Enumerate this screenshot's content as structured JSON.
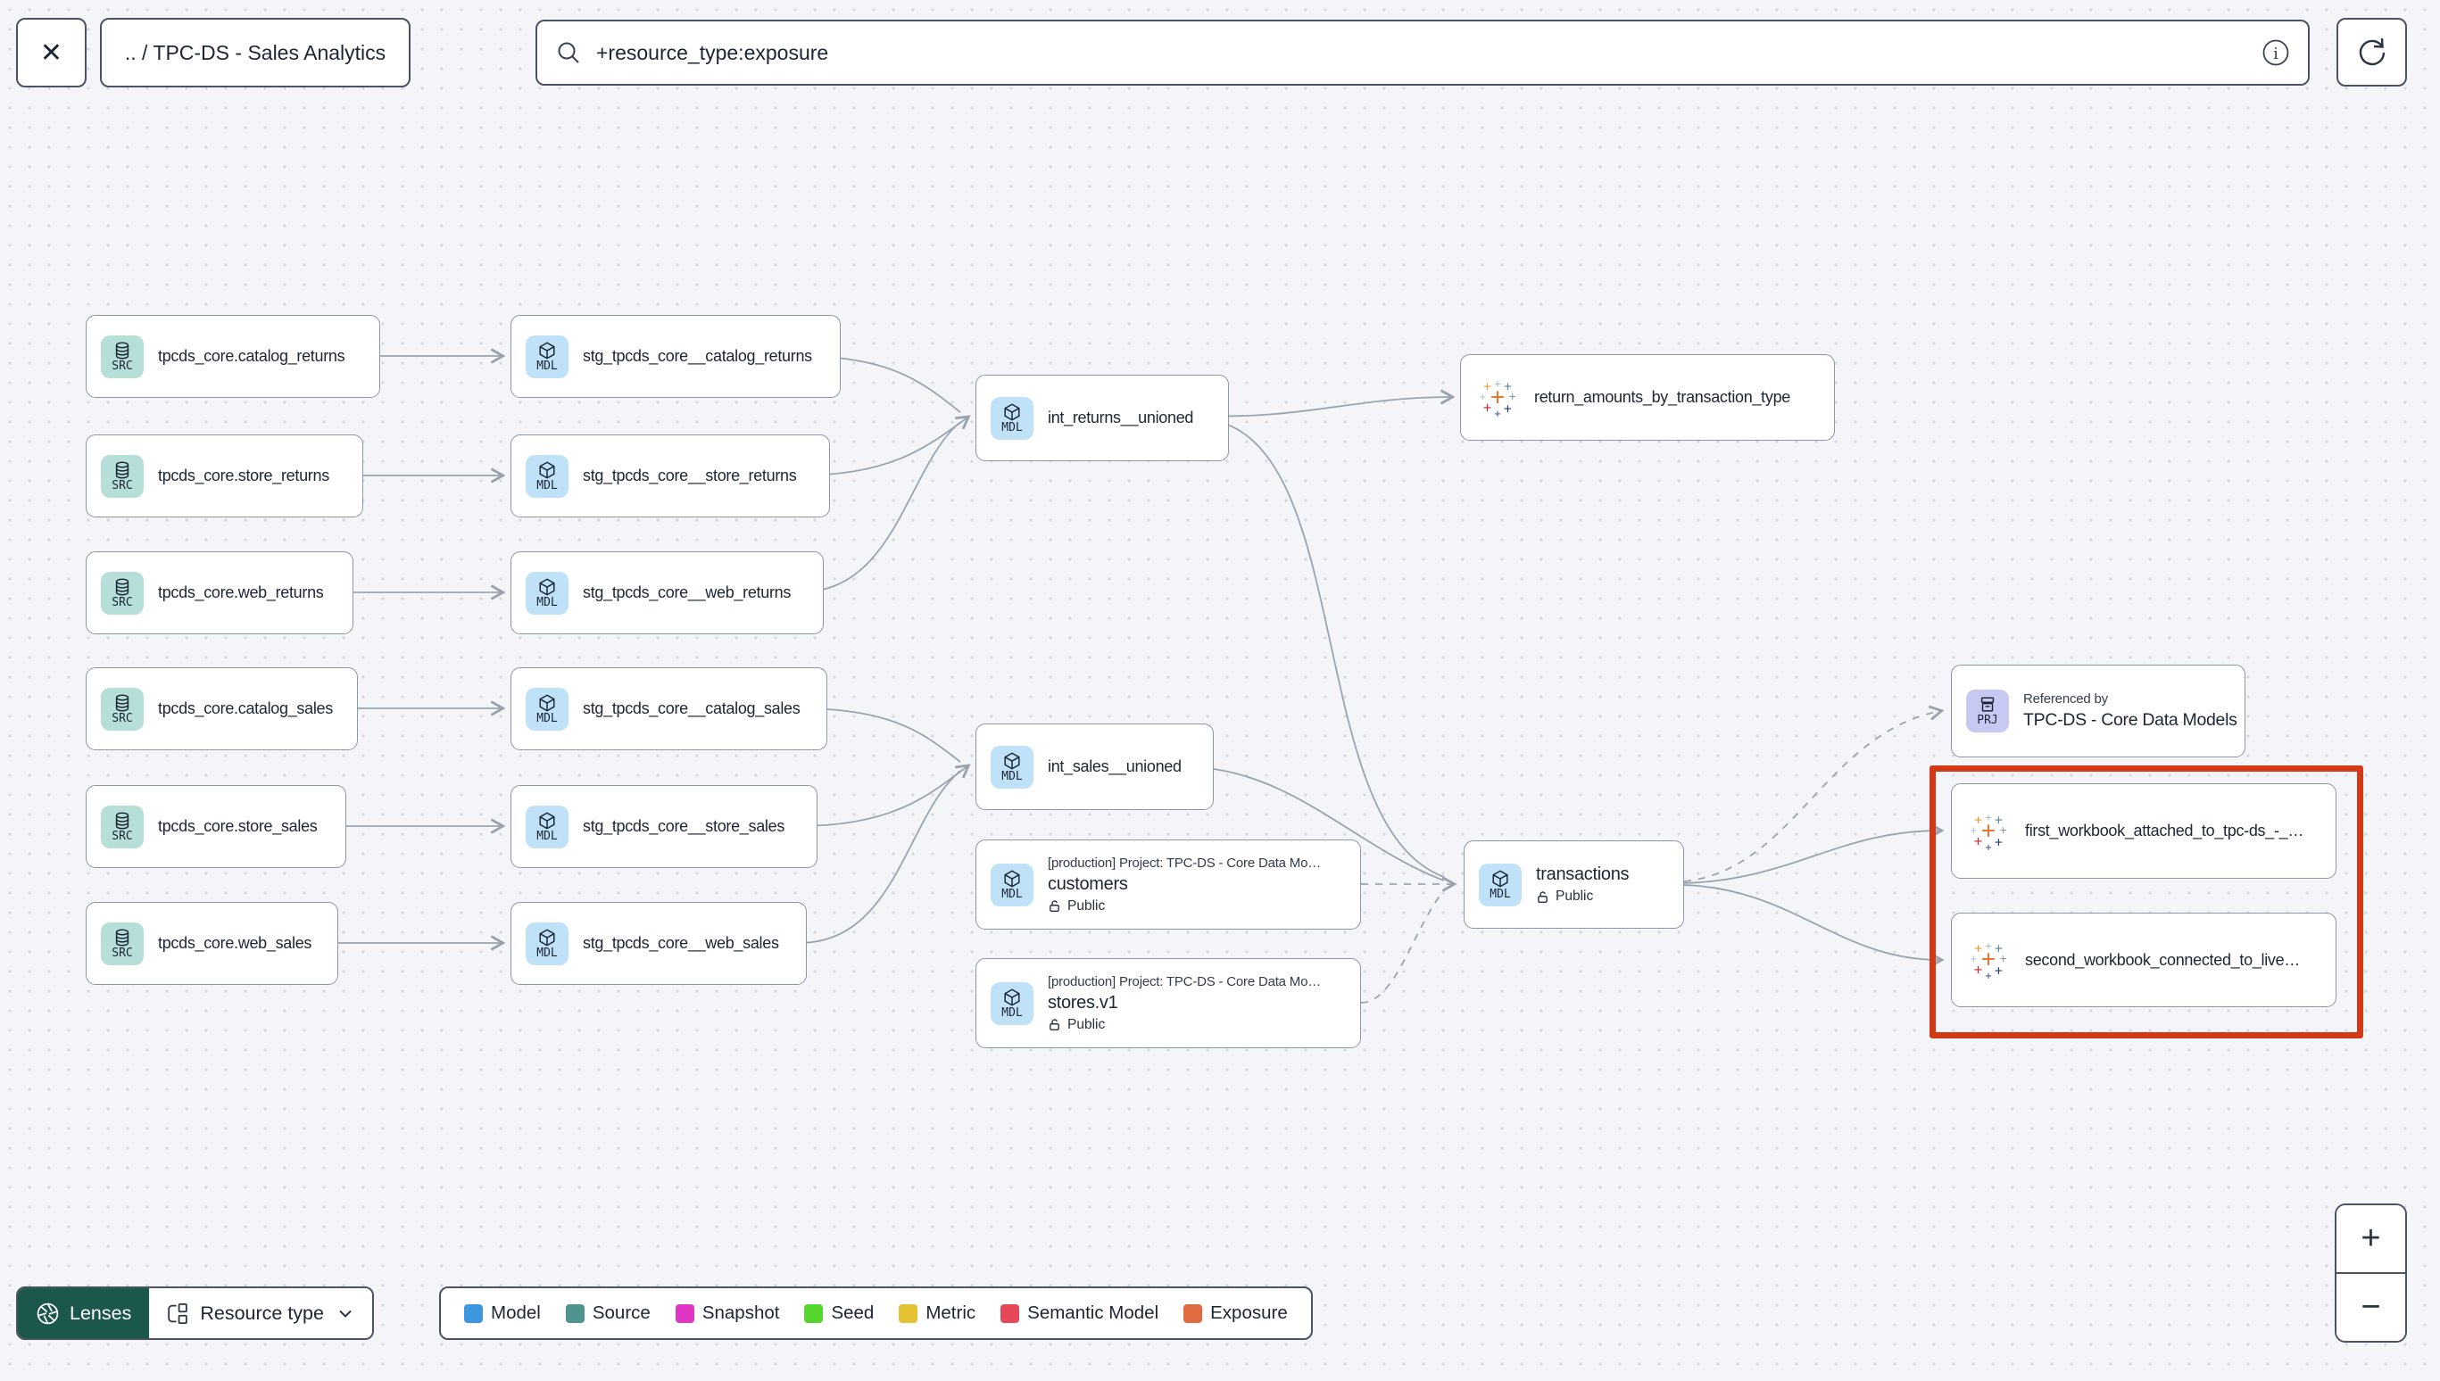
{
  "topbar": {
    "close_icon": "✕",
    "breadcrumb": ".. / TPC-DS - Sales Analytics",
    "search_value": "+resource_type:exposure"
  },
  "canvas": {
    "sources": [
      {
        "tag": "SRC",
        "label": "tpcds_core.catalog_returns"
      },
      {
        "tag": "SRC",
        "label": "tpcds_core.store_returns"
      },
      {
        "tag": "SRC",
        "label": "tpcds_core.web_returns"
      },
      {
        "tag": "SRC",
        "label": "tpcds_core.catalog_sales"
      },
      {
        "tag": "SRC",
        "label": "tpcds_core.store_sales"
      },
      {
        "tag": "SRC",
        "label": "tpcds_core.web_sales"
      }
    ],
    "staging": [
      {
        "tag": "MDL",
        "label": "stg_tpcds_core__catalog_returns"
      },
      {
        "tag": "MDL",
        "label": "stg_tpcds_core__store_returns"
      },
      {
        "tag": "MDL",
        "label": "stg_tpcds_core__web_returns"
      },
      {
        "tag": "MDL",
        "label": "stg_tpcds_core__catalog_sales"
      },
      {
        "tag": "MDL",
        "label": "stg_tpcds_core__store_sales"
      },
      {
        "tag": "MDL",
        "label": "stg_tpcds_core__web_sales"
      }
    ],
    "int_returns": {
      "tag": "MDL",
      "label": "int_returns__unioned"
    },
    "int_sales": {
      "tag": "MDL",
      "label": "int_sales__unioned"
    },
    "customers": {
      "tag": "MDL",
      "project": "[production] Project: TPC-DS - Core Data Mo…",
      "label": "customers",
      "access": "Public"
    },
    "stores": {
      "tag": "MDL",
      "project": "[production] Project: TPC-DS - Core Data Mo…",
      "label": "stores.v1",
      "access": "Public"
    },
    "transactions": {
      "tag": "MDL",
      "label": "transactions",
      "access": "Public"
    },
    "exposure_returns": {
      "label": "return_amounts_by_transaction_type"
    },
    "project_ref": {
      "tag": "PRJ",
      "title": "Referenced by",
      "label": "TPC-DS - Core Data Models"
    },
    "workbook_first": {
      "label": "first_workbook_attached_to_tpc-ds_-_…"
    },
    "workbook_second": {
      "label": "second_workbook_connected_to_live…"
    },
    "highlight_color": "#d23a17"
  },
  "footer": {
    "lenses_label": "Lenses",
    "resource_type_label": "Resource type",
    "legend": [
      {
        "label": "Model",
        "color": "#3d97de"
      },
      {
        "label": "Source",
        "color": "#4e948f"
      },
      {
        "label": "Snapshot",
        "color": "#e135c4"
      },
      {
        "label": "Seed",
        "color": "#55d62c"
      },
      {
        "label": "Metric",
        "color": "#e5c233"
      },
      {
        "label": "Semantic Model",
        "color": "#e64857"
      },
      {
        "label": "Exposure",
        "color": "#e06b42"
      }
    ]
  },
  "zoom_controls": {
    "zoom_in": "+",
    "zoom_out": "−"
  }
}
